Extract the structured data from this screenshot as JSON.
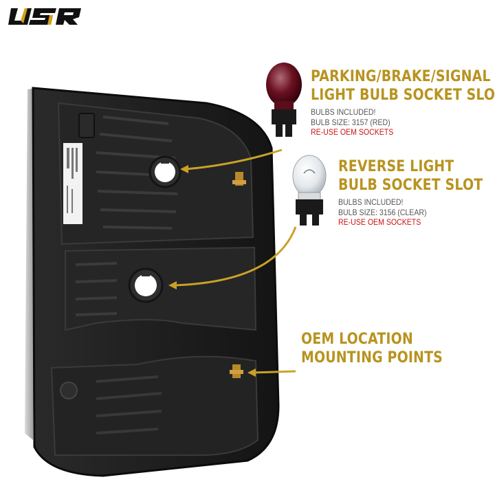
{
  "brand": {
    "logo_text": "USR"
  },
  "callouts": [
    {
      "title_lines": [
        "PARKING/BRAKE/SIGNAL",
        "LIGHT BULB SOCKET SLOT"
      ],
      "detail_lines": [
        "BULBS INCLUDED!",
        "BULB SIZE: 3157 (RED)"
      ],
      "warning": "RE-USE OEM SOCKETS",
      "bulb_icon": "red-bulb-icon"
    },
    {
      "title_lines": [
        "REVERSE LIGHT",
        "BULB SOCKET SLOT"
      ],
      "detail_lines": [
        "BULBS INCLUDED!",
        "BULB SIZE: 3156 (CLEAR)"
      ],
      "warning": "RE-USE OEM SOCKETS",
      "bulb_icon": "clear-bulb-icon"
    },
    {
      "title_lines": [
        "OEM LOCATION",
        "MOUNTING POINTS"
      ],
      "detail_lines": [],
      "warning": "",
      "bulb_icon": ""
    }
  ],
  "colors": {
    "accent_gold": "#b8931f",
    "warning_red": "#cc1111",
    "detail_gray": "#555555",
    "housing_black": "#1c1c1c"
  }
}
